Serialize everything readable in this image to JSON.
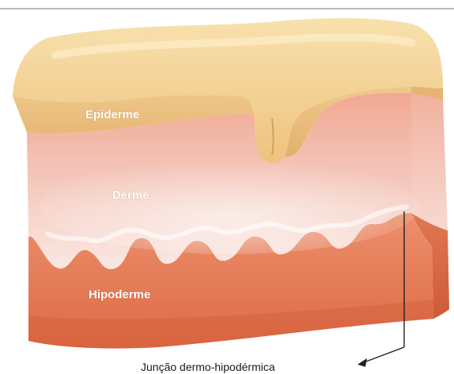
{
  "labels": {
    "epiderme": "Epiderme",
    "derme": "Derme",
    "hipoderme": "Hipoderme",
    "juncao": "Junção dermo-hipodérmica"
  },
  "colors": {
    "epiderme_fill": "#f3d39a",
    "derme_fill": "#f2c4b8",
    "derme_side": "#ec9e87",
    "hipoderme_fill": "#e9815e",
    "hipoderme_side": "#d9633f",
    "arrow": "#222222"
  }
}
